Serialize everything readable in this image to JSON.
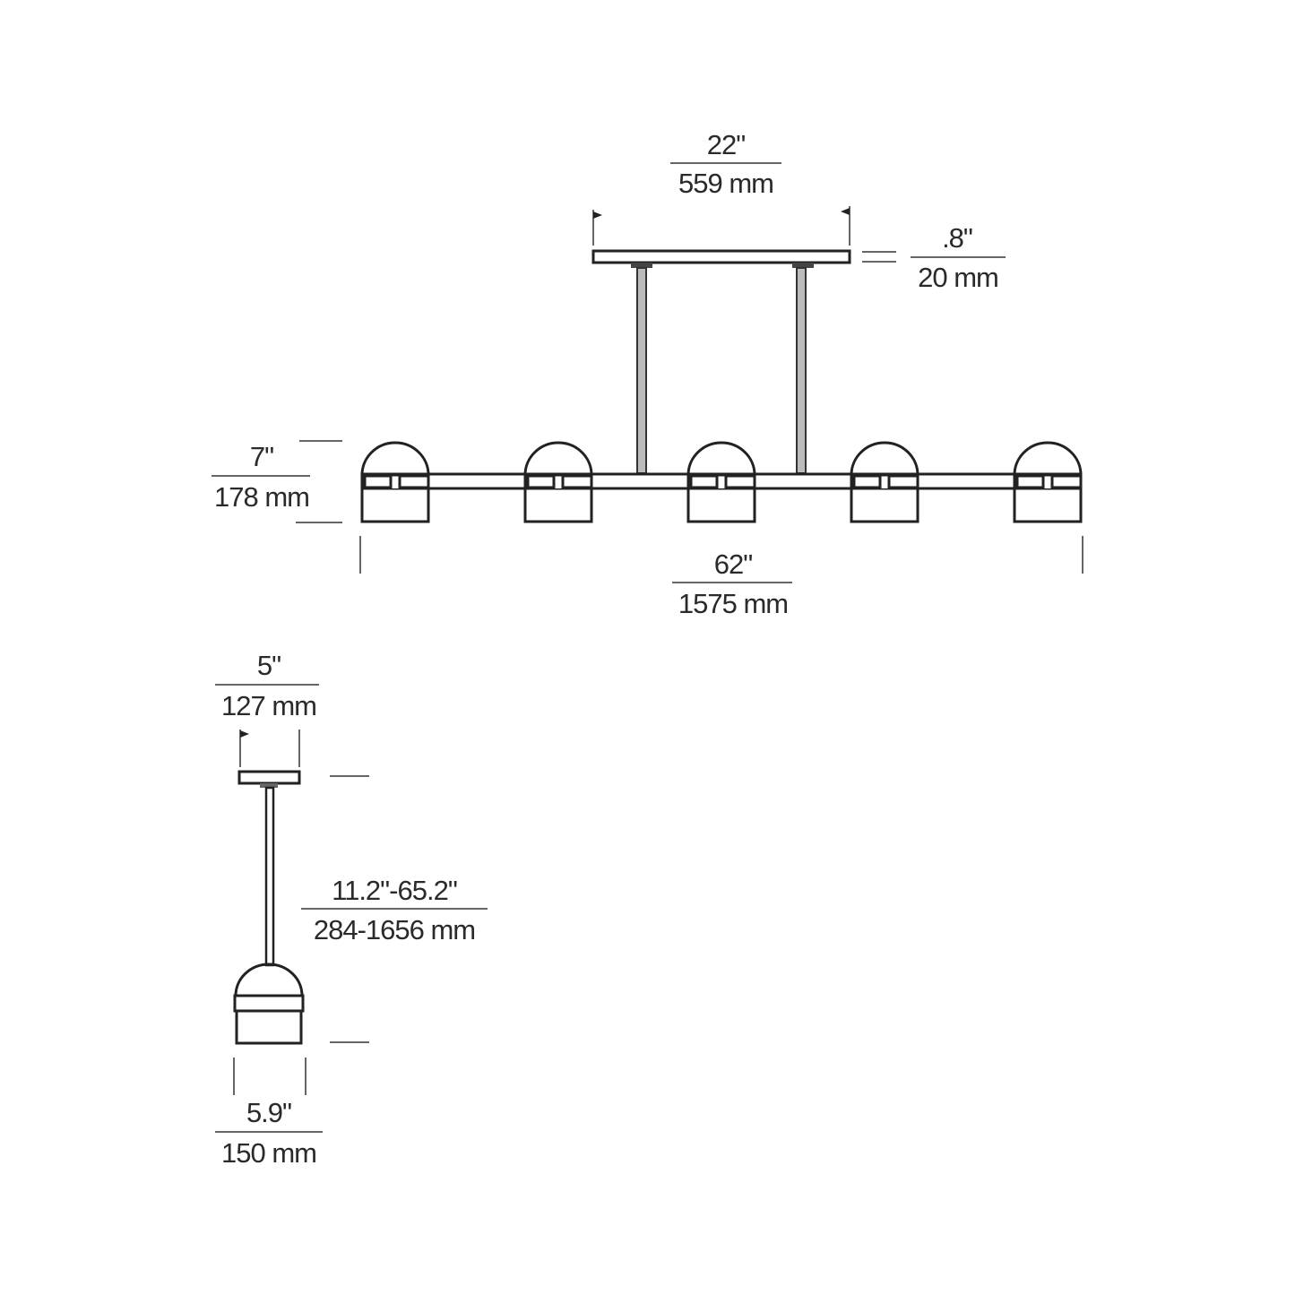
{
  "front_view": {
    "canopy_width": {
      "imperial": "22\"",
      "metric": "559 mm"
    },
    "canopy_height": {
      "imperial": ".8\"",
      "metric": "20 mm"
    },
    "shade_height": {
      "imperial": "7\"",
      "metric": "178 mm"
    },
    "overall_length": {
      "imperial": "62\"",
      "metric": "1575 mm"
    },
    "shade_count": 5
  },
  "side_view": {
    "canopy_width": {
      "imperial": "5\"",
      "metric": "127 mm"
    },
    "overall_height": {
      "imperial": "11.2\"-65.2\"",
      "metric": "284-1656 mm"
    },
    "shade_width": {
      "imperial": "5.9\"",
      "metric": "150 mm"
    }
  },
  "colors": {
    "line": "#222222",
    "text": "#2a2a2a"
  }
}
